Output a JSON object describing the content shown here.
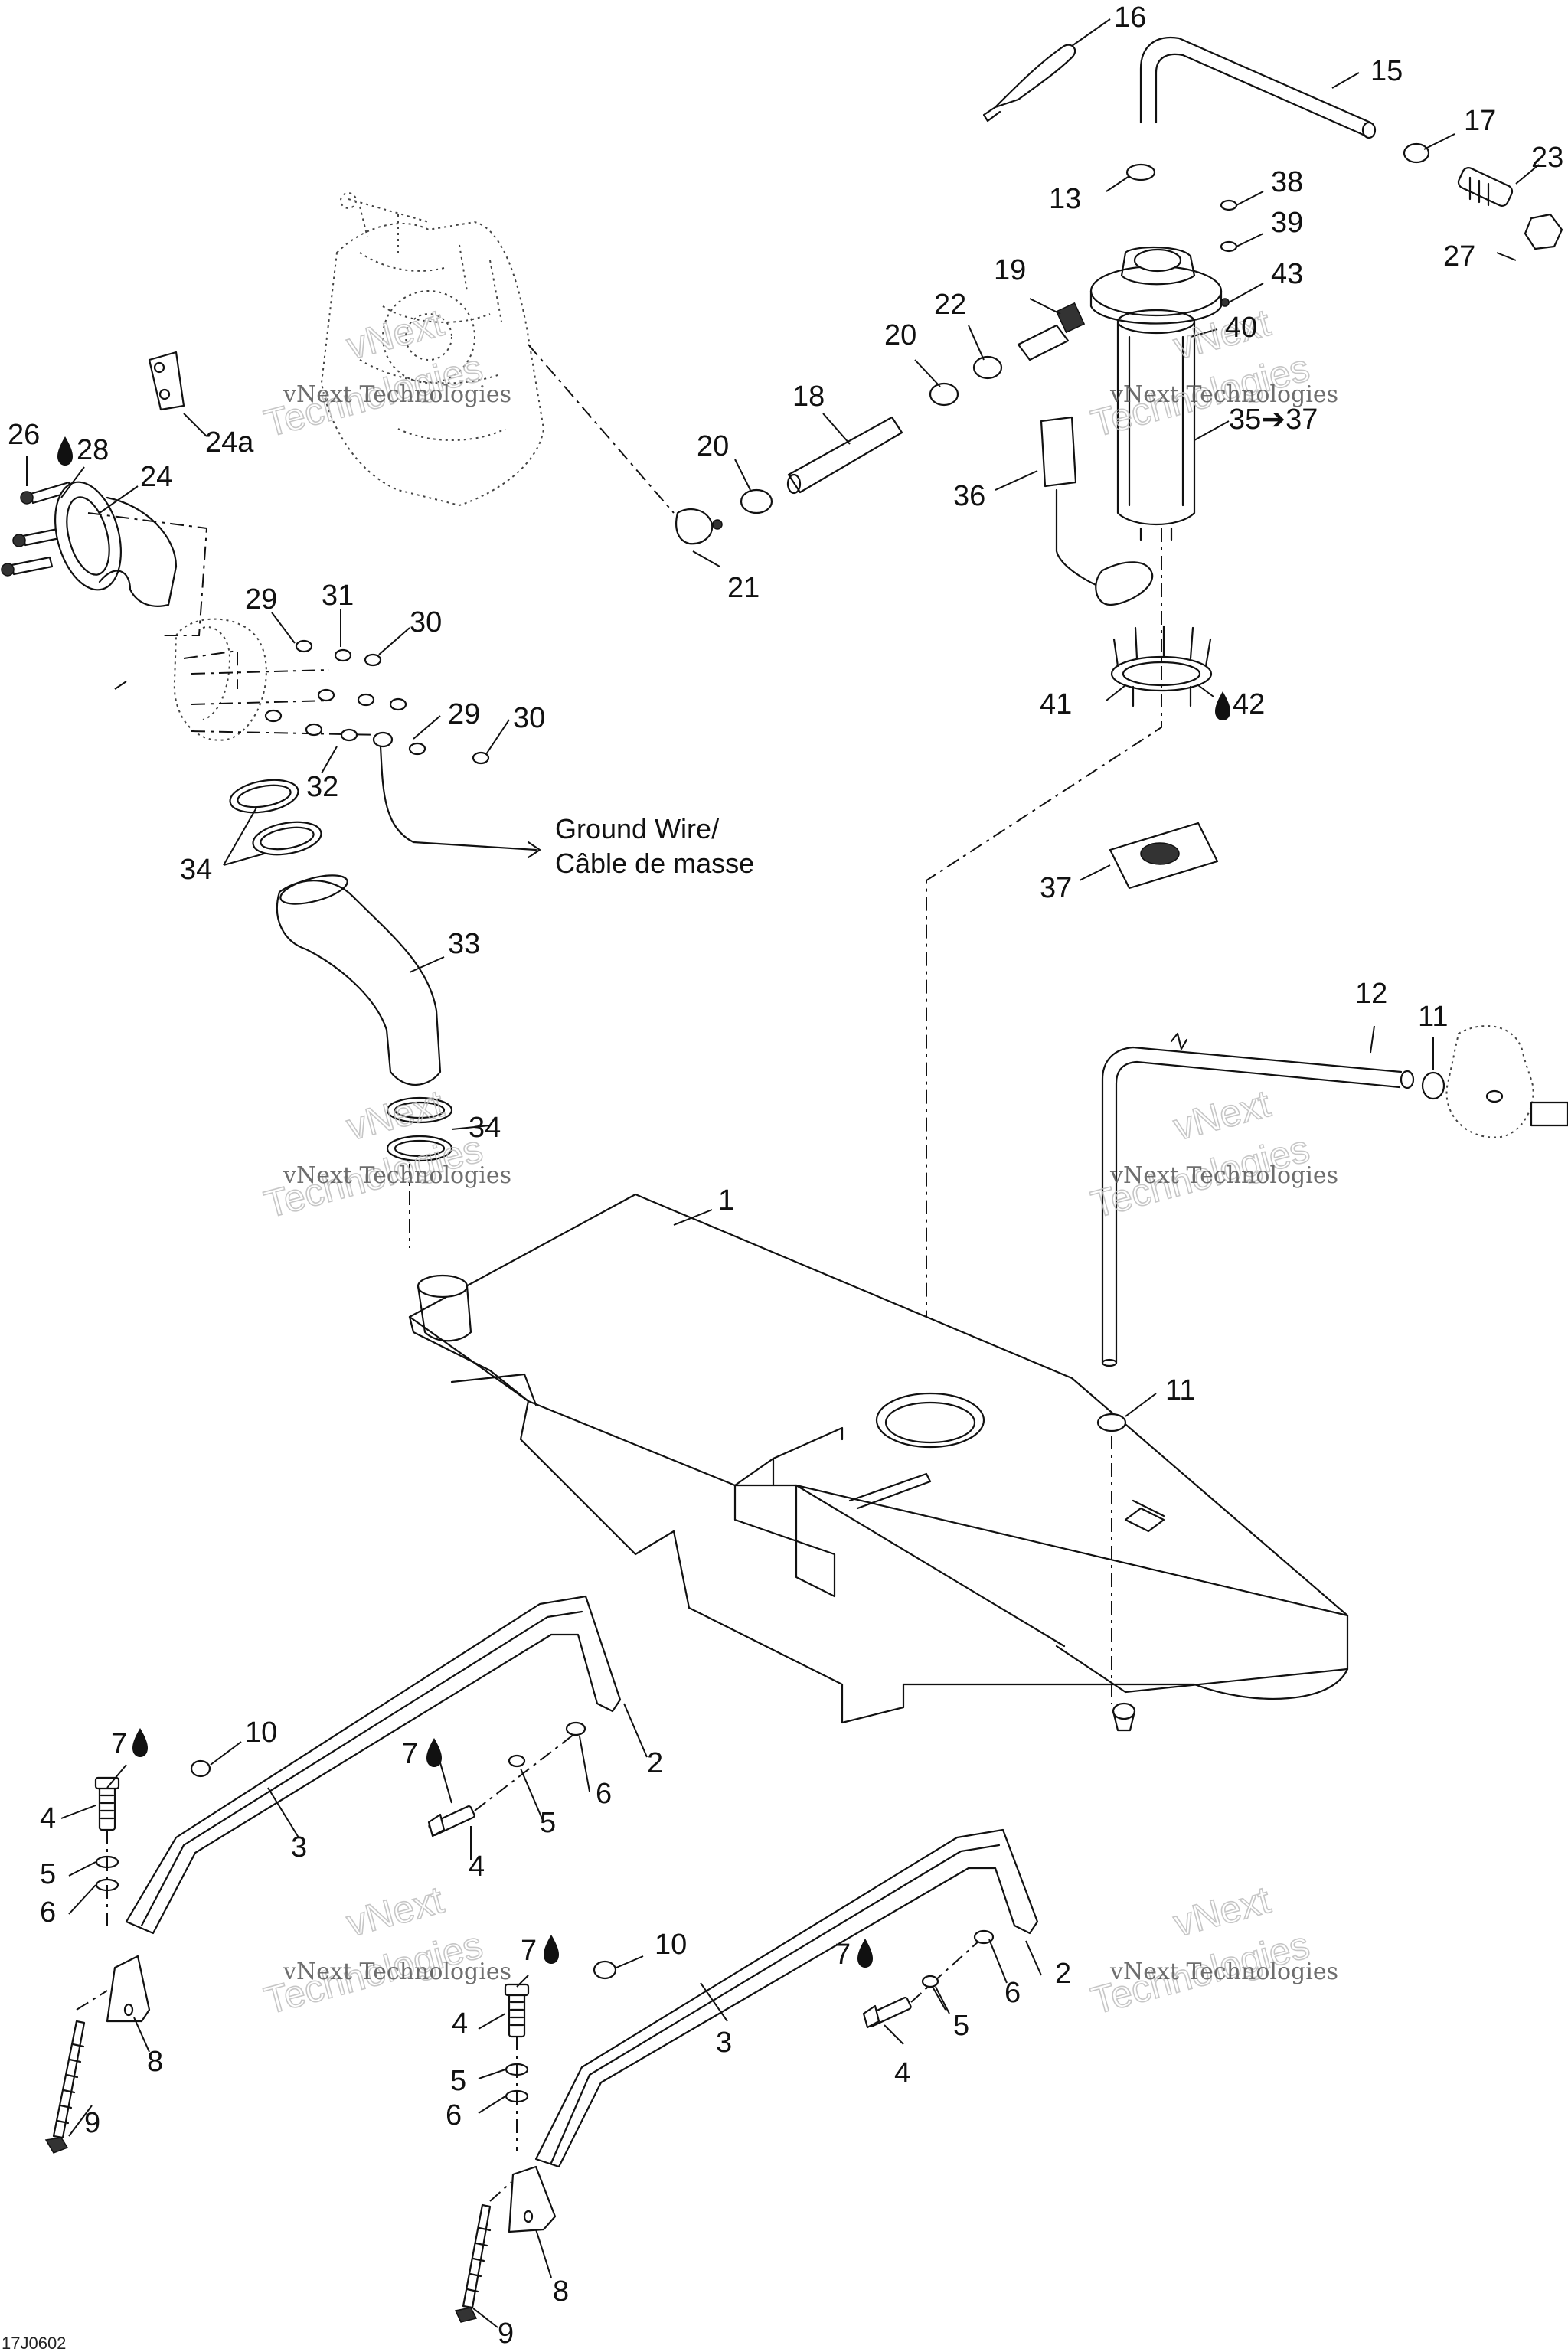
{
  "callouts": [
    {
      "id": "c16",
      "text": "16"
    },
    {
      "id": "c15",
      "text": "15"
    },
    {
      "id": "c17",
      "text": "17"
    },
    {
      "id": "c23",
      "text": "23"
    },
    {
      "id": "c27",
      "text": "27"
    },
    {
      "id": "c13",
      "text": "13"
    },
    {
      "id": "c38",
      "text": "38"
    },
    {
      "id": "c39",
      "text": "39"
    },
    {
      "id": "c43",
      "text": "43"
    },
    {
      "id": "c19",
      "text": "19"
    },
    {
      "id": "c22",
      "text": "22"
    },
    {
      "id": "c20a",
      "text": "20"
    },
    {
      "id": "c40",
      "text": "40"
    },
    {
      "id": "c18",
      "text": "18"
    },
    {
      "id": "c3537",
      "text": "35➔37"
    },
    {
      "id": "c20b",
      "text": "20"
    },
    {
      "id": "c36",
      "text": "36"
    },
    {
      "id": "c21",
      "text": "21"
    },
    {
      "id": "c24a",
      "text": "24a"
    },
    {
      "id": "c26",
      "text": "26"
    },
    {
      "id": "c28",
      "text": "28"
    },
    {
      "id": "c24",
      "text": "24"
    },
    {
      "id": "c29a",
      "text": "29"
    },
    {
      "id": "c31",
      "text": "31"
    },
    {
      "id": "c30a",
      "text": "30"
    },
    {
      "id": "c29b",
      "text": "29"
    },
    {
      "id": "c30b",
      "text": "30"
    },
    {
      "id": "c32",
      "text": "32"
    },
    {
      "id": "c41",
      "text": "41"
    },
    {
      "id": "c42",
      "text": "42"
    },
    {
      "id": "c34a",
      "text": "34"
    },
    {
      "id": "c37",
      "text": "37"
    },
    {
      "id": "c33",
      "text": "33"
    },
    {
      "id": "c12",
      "text": "12"
    },
    {
      "id": "c11a",
      "text": "11"
    },
    {
      "id": "c34b",
      "text": "34"
    },
    {
      "id": "c1",
      "text": "1"
    },
    {
      "id": "c11b",
      "text": "11"
    },
    {
      "id": "c7a",
      "text": "7"
    },
    {
      "id": "c10a",
      "text": "10"
    },
    {
      "id": "c7b",
      "text": "7"
    },
    {
      "id": "c2a",
      "text": "2"
    },
    {
      "id": "c4a",
      "text": "4"
    },
    {
      "id": "c6a",
      "text": "6"
    },
    {
      "id": "c3a",
      "text": "3"
    },
    {
      "id": "c5a",
      "text": "5"
    },
    {
      "id": "c4b",
      "text": "4"
    },
    {
      "id": "c5b",
      "text": "5"
    },
    {
      "id": "c6b",
      "text": "6"
    },
    {
      "id": "c8a",
      "text": "8"
    },
    {
      "id": "c9a",
      "text": "9"
    },
    {
      "id": "c7c",
      "text": "7"
    },
    {
      "id": "c10b",
      "text": "10"
    },
    {
      "id": "c7d",
      "text": "7"
    },
    {
      "id": "c2b",
      "text": "2"
    },
    {
      "id": "c4c",
      "text": "4"
    },
    {
      "id": "c6c",
      "text": "6"
    },
    {
      "id": "c3b",
      "text": "3"
    },
    {
      "id": "c5c",
      "text": "5"
    },
    {
      "id": "c4d",
      "text": "4"
    },
    {
      "id": "c5d",
      "text": "5"
    },
    {
      "id": "c6d",
      "text": "6"
    },
    {
      "id": "c8b",
      "text": "8"
    },
    {
      "id": "c9b",
      "text": "9"
    }
  ],
  "ground_wire_note": {
    "line1": "Ground Wire/",
    "line2": "Câble de masse"
  },
  "watermark": {
    "brand": "vNext",
    "brand_line2": "Technologies",
    "sub": "vNext Technologies"
  },
  "doc_ref": "17J0602",
  "colors": {
    "ink": "#111111",
    "watermark": "#bdbdbd"
  },
  "icons": [
    "lubricant-drop-icon",
    "arrow-right-icon"
  ]
}
